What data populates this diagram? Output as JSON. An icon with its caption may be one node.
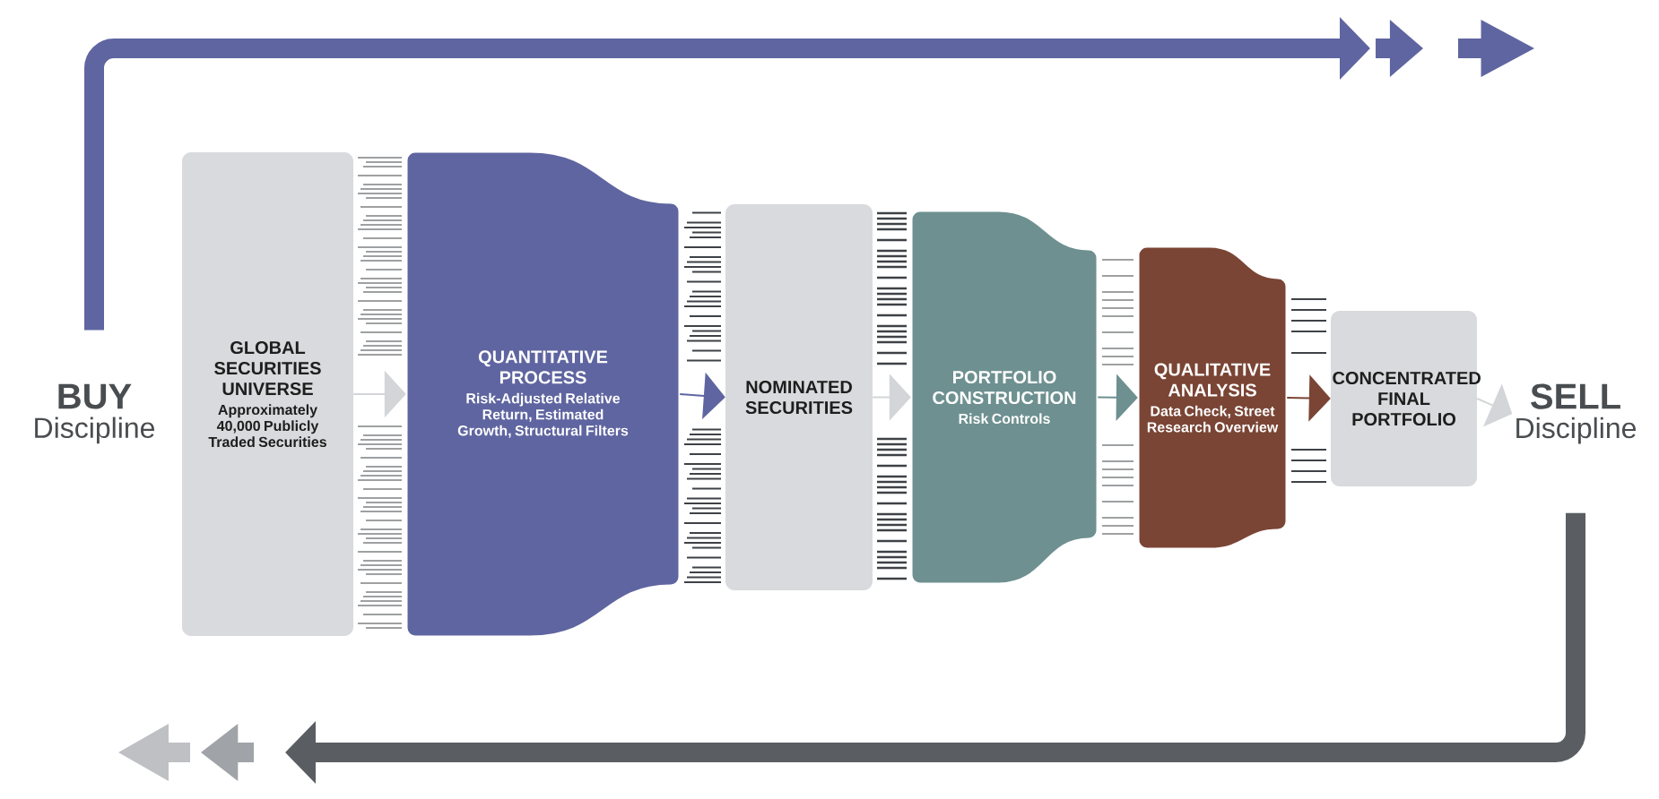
{
  "diagram": {
    "nodes": [
      {
        "text": [
          "BUY",
          "Discipline"
        ]
      },
      {
        "text": [
          "GLOBAL SECURITIES UNIVERSE",
          "Approximately 40,000 Publicly Traded Securities"
        ]
      },
      {
        "text": [
          "QUANTITATIVE PROCESS",
          "Risk-Adjusted Relative Return, Estimated Growth, Structural Filters"
        ]
      },
      {
        "text": [
          "NOMINATED SECURITIES"
        ]
      },
      {
        "text": [
          "PORTFOLIO CONSTRUCTION",
          "Risk Controls"
        ]
      },
      {
        "text": [
          "QUALITATIVE ANALYSIS",
          "Data Check, Street Research Overview"
        ]
      },
      {
        "text": [
          "CONCENTRATED FINAL PORTFOLIO"
        ]
      },
      {
        "text": [
          "SELL",
          "Discipline"
        ]
      }
    ],
    "edges": [
      {
        "from": 0,
        "to": null,
        "arrow": "to",
        "style": "thick",
        "color": "#5f65a0"
      },
      {
        "from": 1,
        "to": 2,
        "arrow": "to",
        "color": "#d3d5d8"
      },
      {
        "from": 2,
        "to": 3,
        "arrow": "to",
        "color": "#5f65a0"
      },
      {
        "from": 3,
        "to": 4,
        "arrow": "to",
        "color": "#d3d5d8"
      },
      {
        "from": 4,
        "to": 5,
        "arrow": "to",
        "color": "#6e9090"
      },
      {
        "from": 5,
        "to": 6,
        "arrow": "to",
        "color": "#7a4535"
      },
      {
        "from": 6,
        "to": 7,
        "arrow": "to",
        "color": "#d3d5d8"
      },
      {
        "from": 7,
        "to": null,
        "arrow": "to",
        "style": "thick",
        "color": "#5a5e62"
      }
    ]
  }
}
